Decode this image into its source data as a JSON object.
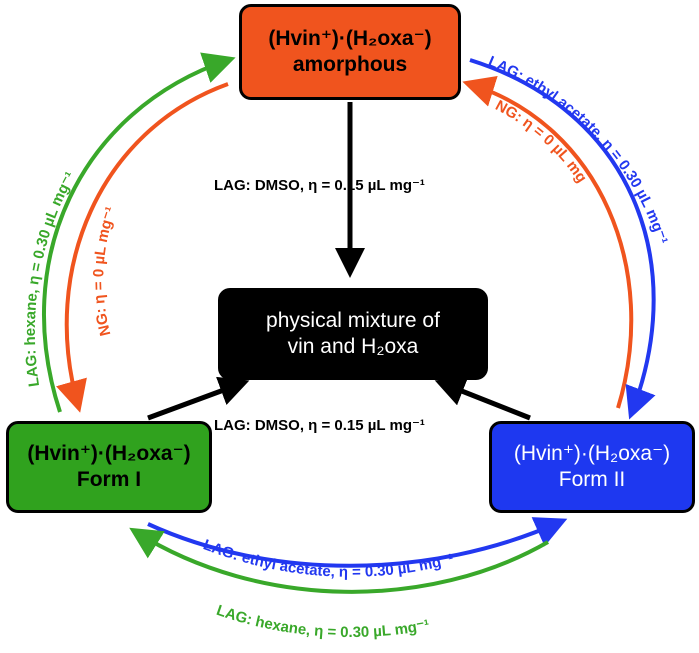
{
  "nodes": {
    "amorphous": {
      "line1": "(Hvin⁺)·(H₂oxa⁻)",
      "line2": "amorphous"
    },
    "mixture": {
      "line1": "physical mixture of",
      "line2": "vin and H₂oxa"
    },
    "form1": {
      "line1": "(Hvin⁺)·(H₂oxa⁻)",
      "line2": "Form I"
    },
    "form2": {
      "line1": "(Hvin⁺)·(H₂oxa⁻)",
      "line2": "Form II"
    }
  },
  "edge_labels": {
    "dmso_top": "LAG: DMSO, η = 0.15 µL mg⁻¹",
    "dmso_bottom": "LAG: DMSO, η = 0.15 µL mg⁻¹",
    "left_hexane": "LAG: hexane, η = 0.30 µL mg⁻¹",
    "left_ng": "NG: η = 0 µL mg⁻¹",
    "right_ethyl": "LAG: ethyl acetate, η = 0.30 µL mg⁻¹",
    "right_ng": "NG: η = 0 µL mg",
    "bottom_ethyl": "LAG: ethyl acetate, η = 0.30 µL mg⁻¹",
    "bottom_hexane": "LAG: hexane, η = 0.30 µL mg⁻¹"
  },
  "colors": {
    "amorphous": "#f0541e",
    "form1": "#30a21e",
    "form2": "#1e38f0",
    "mixture": "#000000",
    "hexane_arrow": "#39a82a",
    "ng_arrow": "#f0541e",
    "ethyl_arrow": "#2238f0"
  }
}
